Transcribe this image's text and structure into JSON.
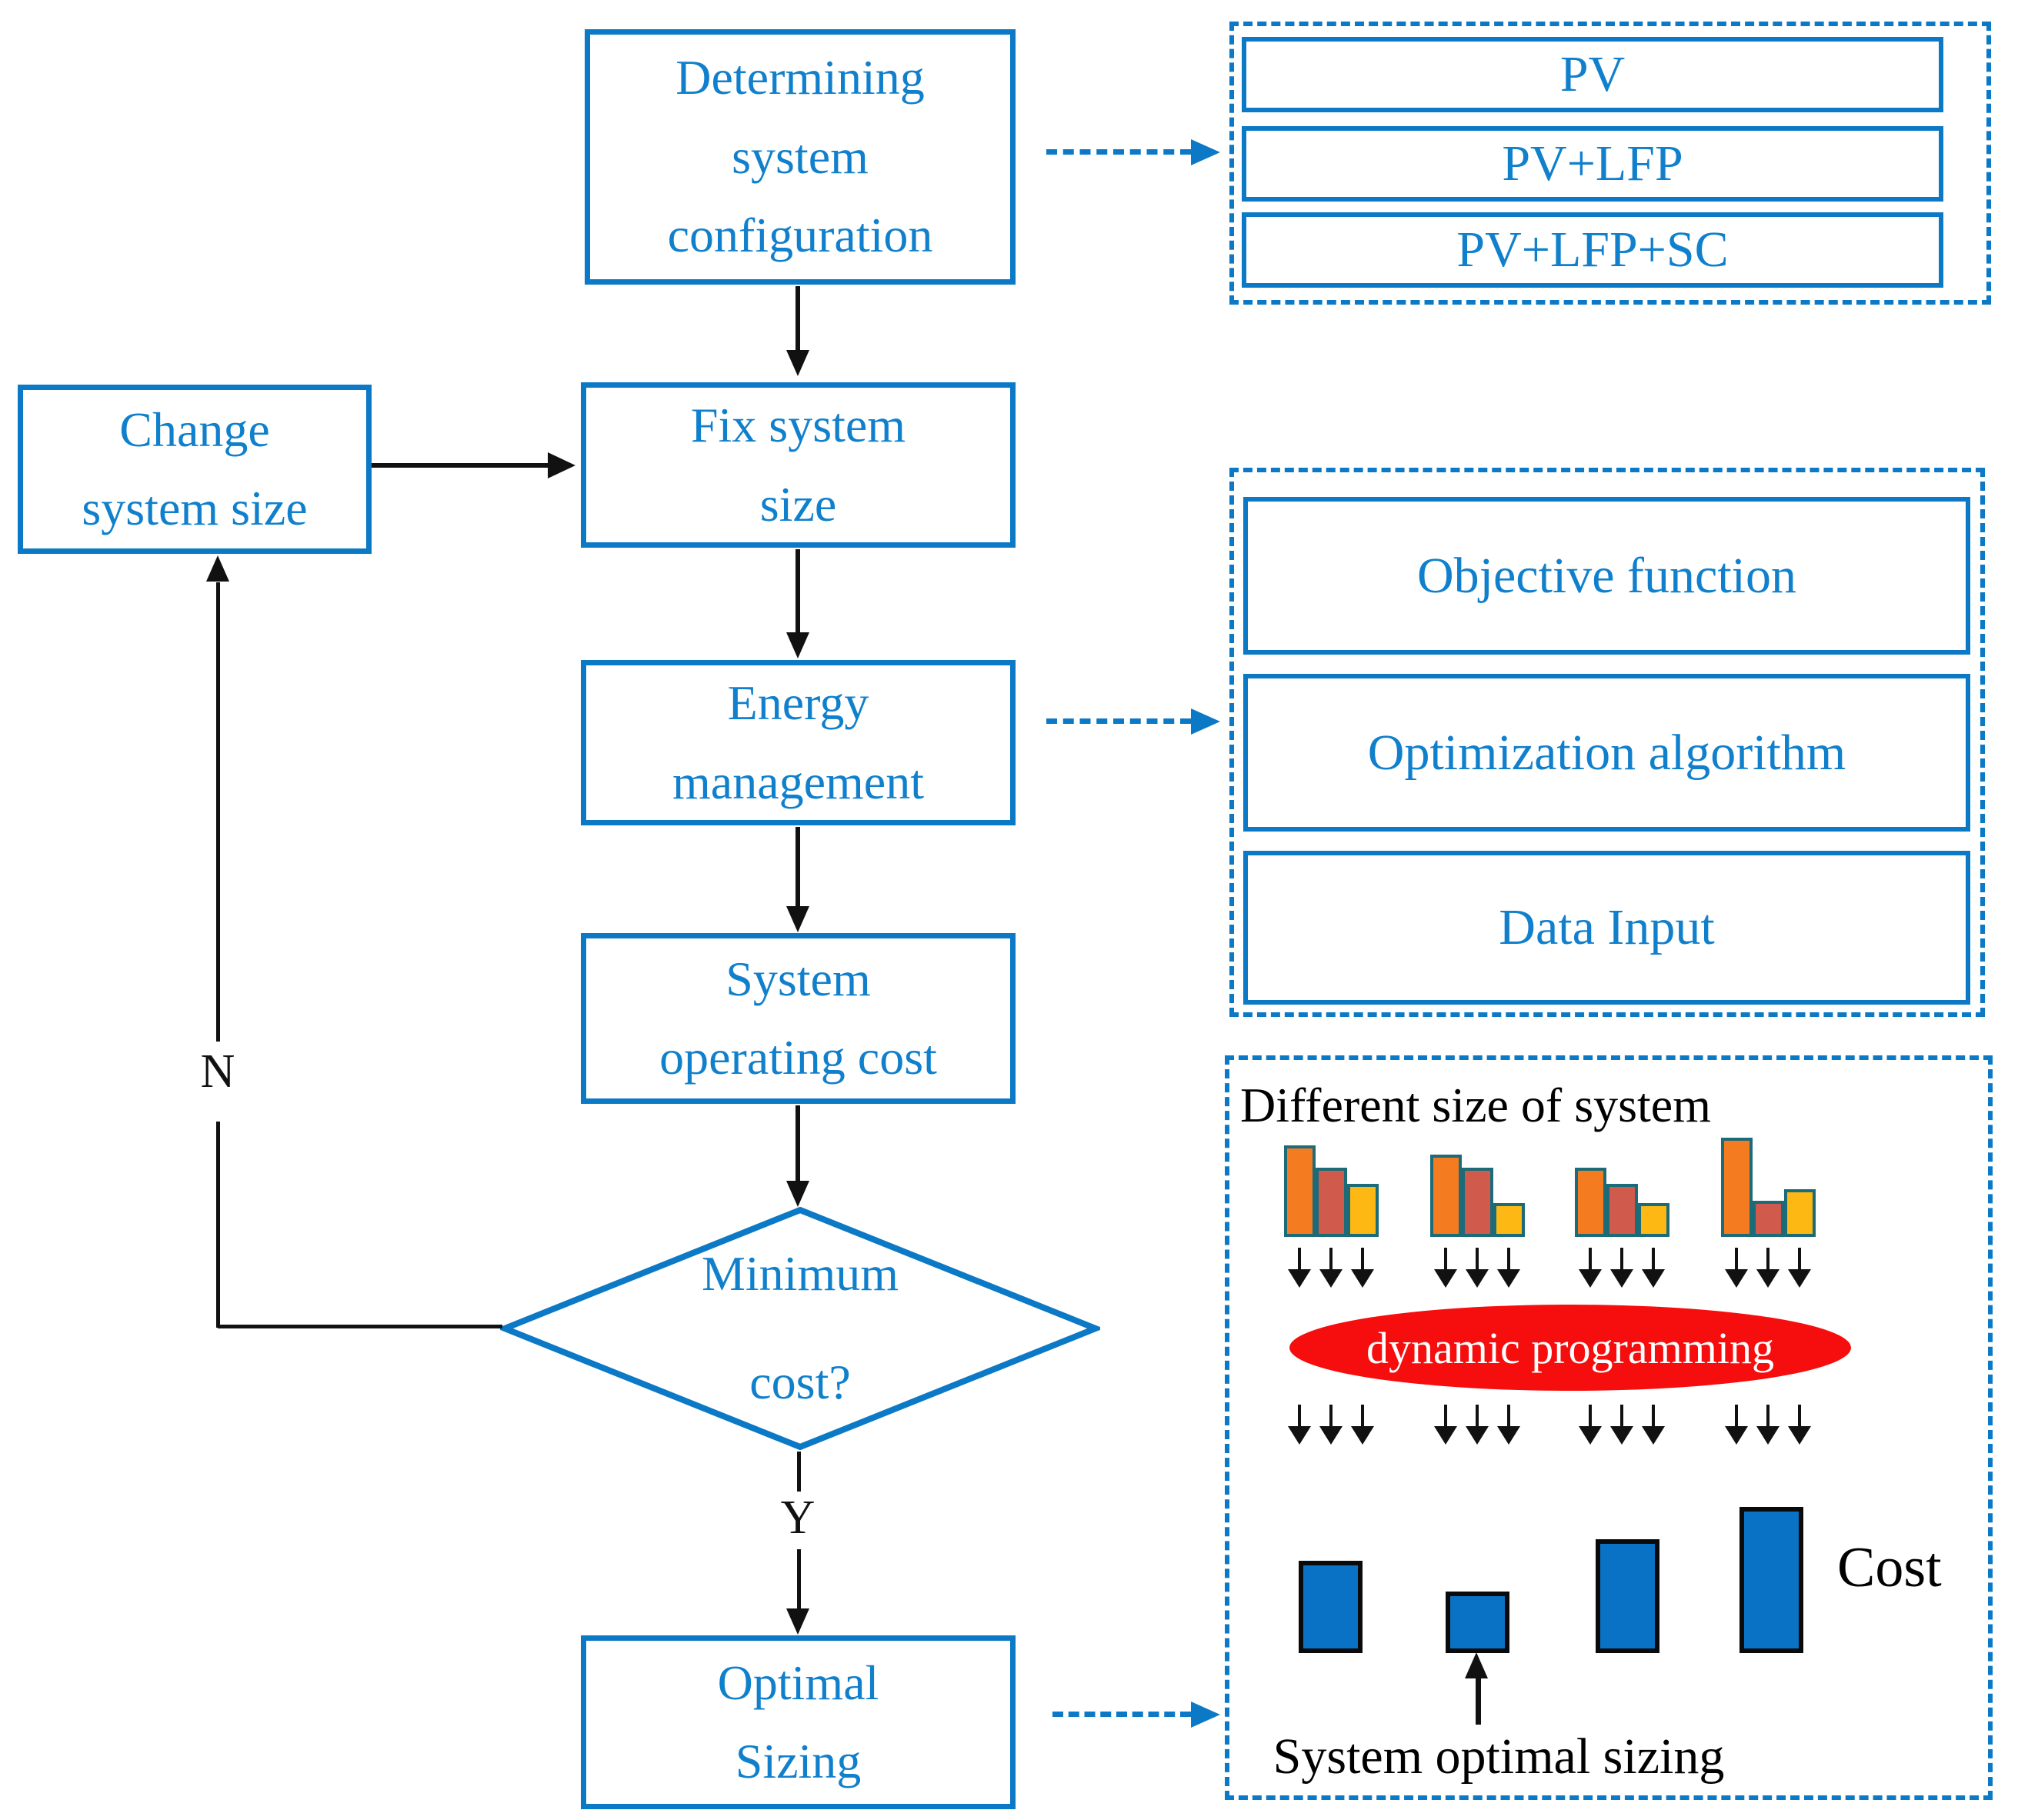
{
  "flowchart": {
    "boxes": {
      "determining": "Determining\nsystem\nconfiguration",
      "change": "Change\nsystem size",
      "fix": "Fix system\nsize",
      "energy": "Energy\nmanagement",
      "operating_cost": "System\noperating cost",
      "decision": "Minimum\ncost?",
      "optimal": "Optimal\nSizing"
    },
    "branch_labels": {
      "no": "N",
      "yes": "Y"
    }
  },
  "config_panel": {
    "items": [
      "PV",
      "PV+LFP",
      "PV+LFP+SC"
    ]
  },
  "management_panel": {
    "items": [
      "Objective function",
      "Optimization algorithm",
      "Data Input"
    ]
  },
  "sizing_panel": {
    "title": "Different size of system",
    "process_label": "dynamic programming",
    "cost_label": "Cost",
    "caption": "System optimal sizing",
    "chart_data": {
      "type": "bar",
      "size_groups": [
        [
          119,
          90,
          69
        ],
        [
          107,
          90,
          44
        ],
        [
          90,
          69,
          44
        ],
        [
          129,
          47,
          62
        ]
      ],
      "bar_colors": [
        "#F57B20",
        "#D05A4B",
        "#FDB813"
      ],
      "cost_bars": [
        120,
        80,
        148,
        190
      ],
      "optimal_bar_index": 1
    }
  },
  "colors": {
    "accent_blue": "#0b79c5",
    "text_blue": "#1180cc",
    "ellipse_red": "#f60d0d",
    "cost_bar_blue": "#0a72c4",
    "bar_border_teal": "#1c6b78",
    "line_black": "#111111"
  }
}
